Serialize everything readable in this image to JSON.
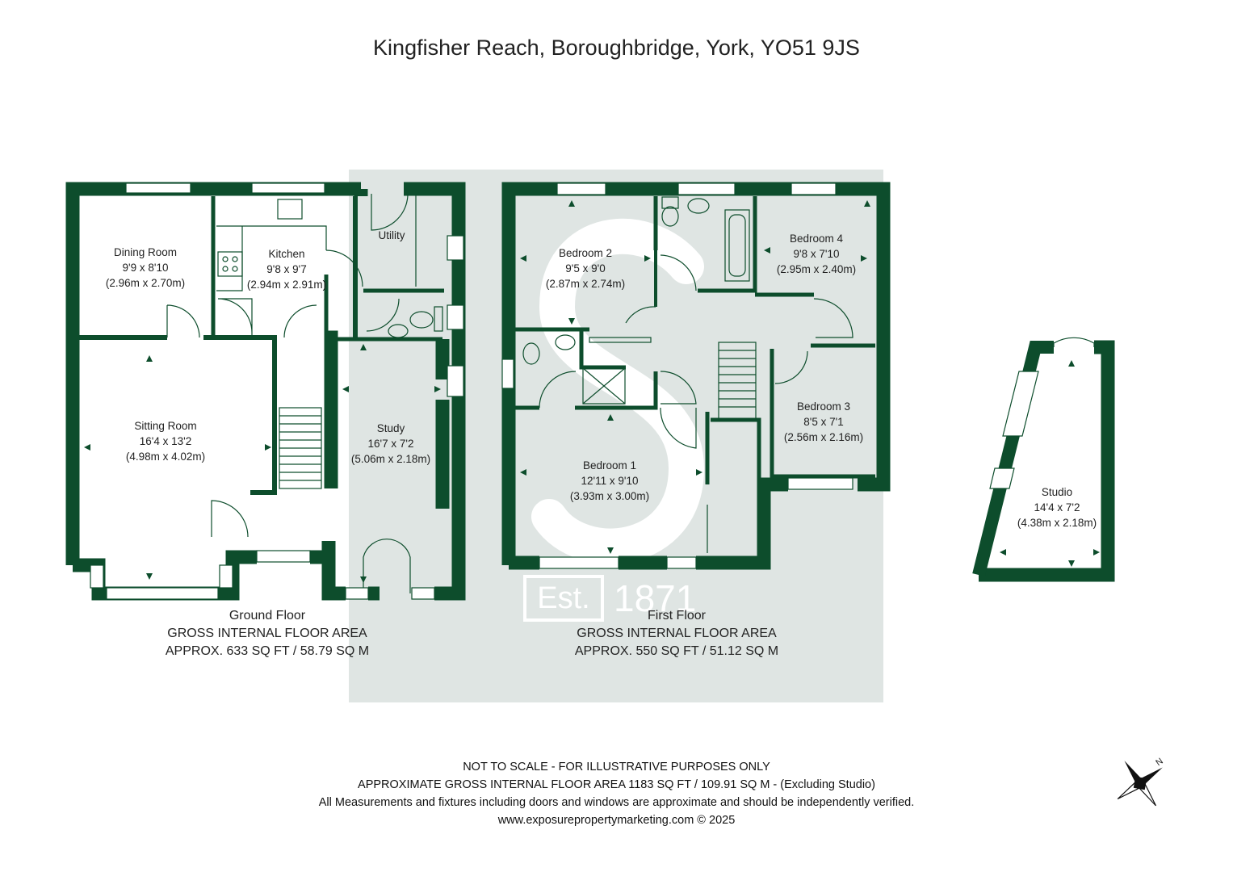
{
  "title": "Kingfisher Reach, Boroughbridge, York, YO51 9JS",
  "colors": {
    "wall": "#0d4d2c",
    "watermark_panel": "#dfe5e3",
    "watermark_glyph": "#ffffff"
  },
  "watermark": {
    "letter": "S",
    "est": "Est.",
    "year": "1871"
  },
  "ground_floor": {
    "label": "Ground Floor",
    "area_title": "GROSS INTERNAL FLOOR AREA",
    "area": "APPROX. 633 SQ FT / 58.79 SQ M",
    "rooms": {
      "dining": {
        "name": "Dining Room",
        "imperial": "9'9 x 8'10",
        "metric": "(2.96m x 2.70m)"
      },
      "kitchen": {
        "name": "Kitchen",
        "imperial": "9'8 x 9'7",
        "metric": "(2.94m x 2.91m)"
      },
      "utility": {
        "name": "Utility"
      },
      "sitting": {
        "name": "Sitting Room",
        "imperial": "16'4 x 13'2",
        "metric": "(4.98m x 4.02m)"
      },
      "study": {
        "name": "Study",
        "imperial": "16'7 x 7'2",
        "metric": "(5.06m x 2.18m)"
      }
    }
  },
  "first_floor": {
    "label": "First Floor",
    "area_title": "GROSS INTERNAL FLOOR AREA",
    "area": "APPROX. 550 SQ FT / 51.12 SQ M",
    "rooms": {
      "bedroom2": {
        "name": "Bedroom 2",
        "imperial": "9'5 x 9'0",
        "metric": "(2.87m x 2.74m)"
      },
      "bedroom4": {
        "name": "Bedroom 4",
        "imperial": "9'8 x 7'10",
        "metric": "(2.95m x 2.40m)"
      },
      "bedroom3": {
        "name": "Bedroom 3",
        "imperial": "8'5 x 7'1",
        "metric": "(2.56m x 2.16m)"
      },
      "bedroom1": {
        "name": "Bedroom 1",
        "imperial": "12'11 x 9'10",
        "metric": "(3.93m x 3.00m)"
      }
    }
  },
  "studio": {
    "name": "Studio",
    "imperial": "14'4 x 7'2",
    "metric": "(4.38m x 2.18m)"
  },
  "footer": {
    "line1": "NOT TO SCALE - FOR ILLUSTRATIVE PURPOSES ONLY",
    "line2": "APPROXIMATE GROSS INTERNAL FLOOR AREA 1183 SQ FT / 109.91 SQ M - (Excluding Studio)",
    "line3": "All Measurements and fixtures including doors and windows are approximate and should be independently verified.",
    "line4": "www.exposurepropertymarketing.com © 2025"
  },
  "compass": {
    "icon": "compass-rose-icon",
    "label": "N"
  }
}
